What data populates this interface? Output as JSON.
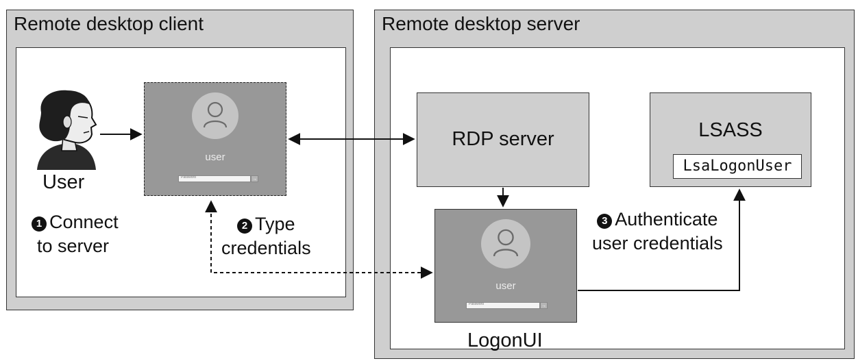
{
  "client_panel": {
    "title": "Remote desktop client"
  },
  "server_panel": {
    "title": "Remote desktop server"
  },
  "user": {
    "label": "User"
  },
  "steps": [
    {
      "number": "1",
      "line1": "Connect",
      "line2": "to server"
    },
    {
      "number": "2",
      "line1": "Type",
      "line2": "credentials"
    },
    {
      "number": "3",
      "line1": "Authenticate",
      "line2": "user credentials"
    }
  ],
  "client_screen": {
    "username": "user",
    "password_placeholder": "Password",
    "submit_glyph": "→"
  },
  "rdp_server": {
    "label": "RDP server"
  },
  "lsass": {
    "label": "LSASS",
    "function": "LsaLogonUser"
  },
  "logonui": {
    "label": "LogonUI",
    "username": "user",
    "password_placeholder": "Password",
    "submit_glyph": "→"
  }
}
